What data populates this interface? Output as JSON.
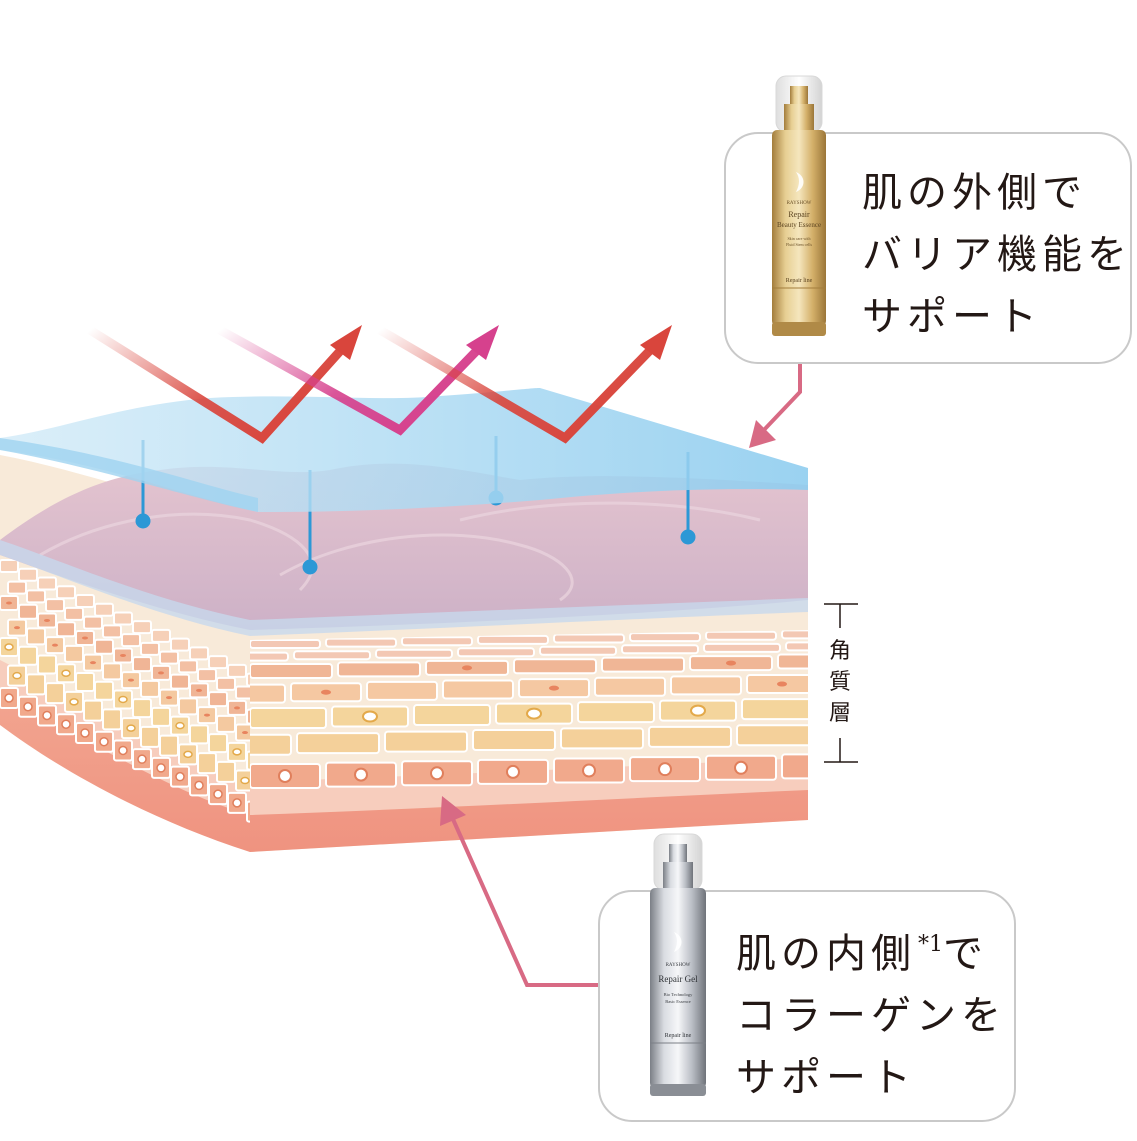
{
  "top_callout": {
    "lines": [
      "肌の外側で",
      "バリア機能を",
      "サポート"
    ],
    "product": {
      "brand": "RAYSHOW",
      "name_line1": "Repair",
      "name_line2": "Beauty Essence",
      "sub1": "Skin care with",
      "sub2": "Fluid Stem cells",
      "series": "Repair line"
    }
  },
  "bottom_callout": {
    "line1_main": "肌の内側",
    "line1_sup": "*1",
    "line1_tail": "で",
    "lines": [
      "コラーゲンを",
      "サポート"
    ],
    "product": {
      "brand": "RAYSHOW",
      "name": "Repair Gel",
      "sub1": "Bio Technology",
      "sub2": "Basic Essence",
      "series": "Repair line"
    }
  },
  "layer_label": {
    "chars": [
      "角",
      "質",
      "層"
    ]
  },
  "colors": {
    "arrow_red": "#d9453c",
    "arrow_magenta": "#d6418d",
    "connector_pink": "#d86a84",
    "barrier_blue": "#a8d8f2",
    "pin_blue": "#2c98d6",
    "bottle_gold": "#c9a660",
    "bottle_silver": "#b9bcc2",
    "callout_border": "#c9c9c9"
  }
}
